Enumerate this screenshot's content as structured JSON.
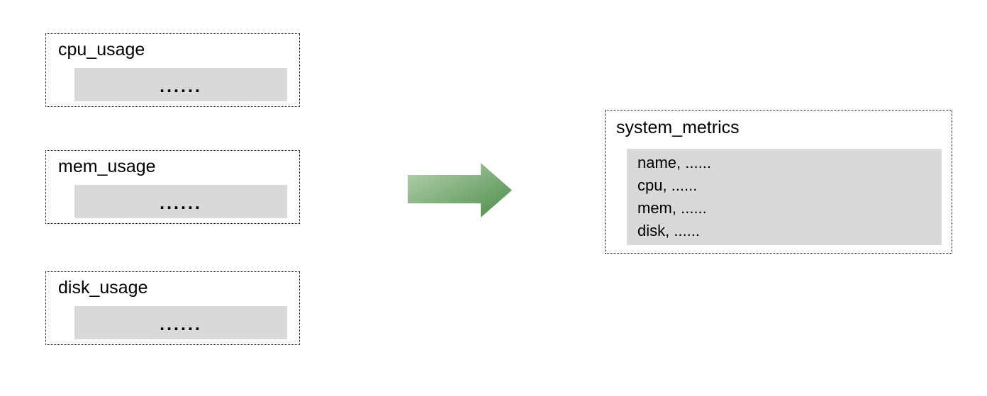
{
  "source_tables": [
    {
      "name": "cpu_usage",
      "rows_placeholder": "......"
    },
    {
      "name": "mem_usage",
      "rows_placeholder": "......"
    },
    {
      "name": "disk_usage",
      "rows_placeholder": "......"
    }
  ],
  "result_table": {
    "name": "system_metrics",
    "fields": [
      "name, ......",
      "cpu, ......",
      "mem, ......",
      "disk, ......"
    ]
  },
  "arrow": {
    "direction": "right",
    "gradient_start": "#b7d4b1",
    "gradient_end": "#4c8c49"
  },
  "colors": {
    "background": "#ffffff",
    "panel_fill": "#d9d9d9",
    "border": "#000000",
    "text": "#000000"
  }
}
